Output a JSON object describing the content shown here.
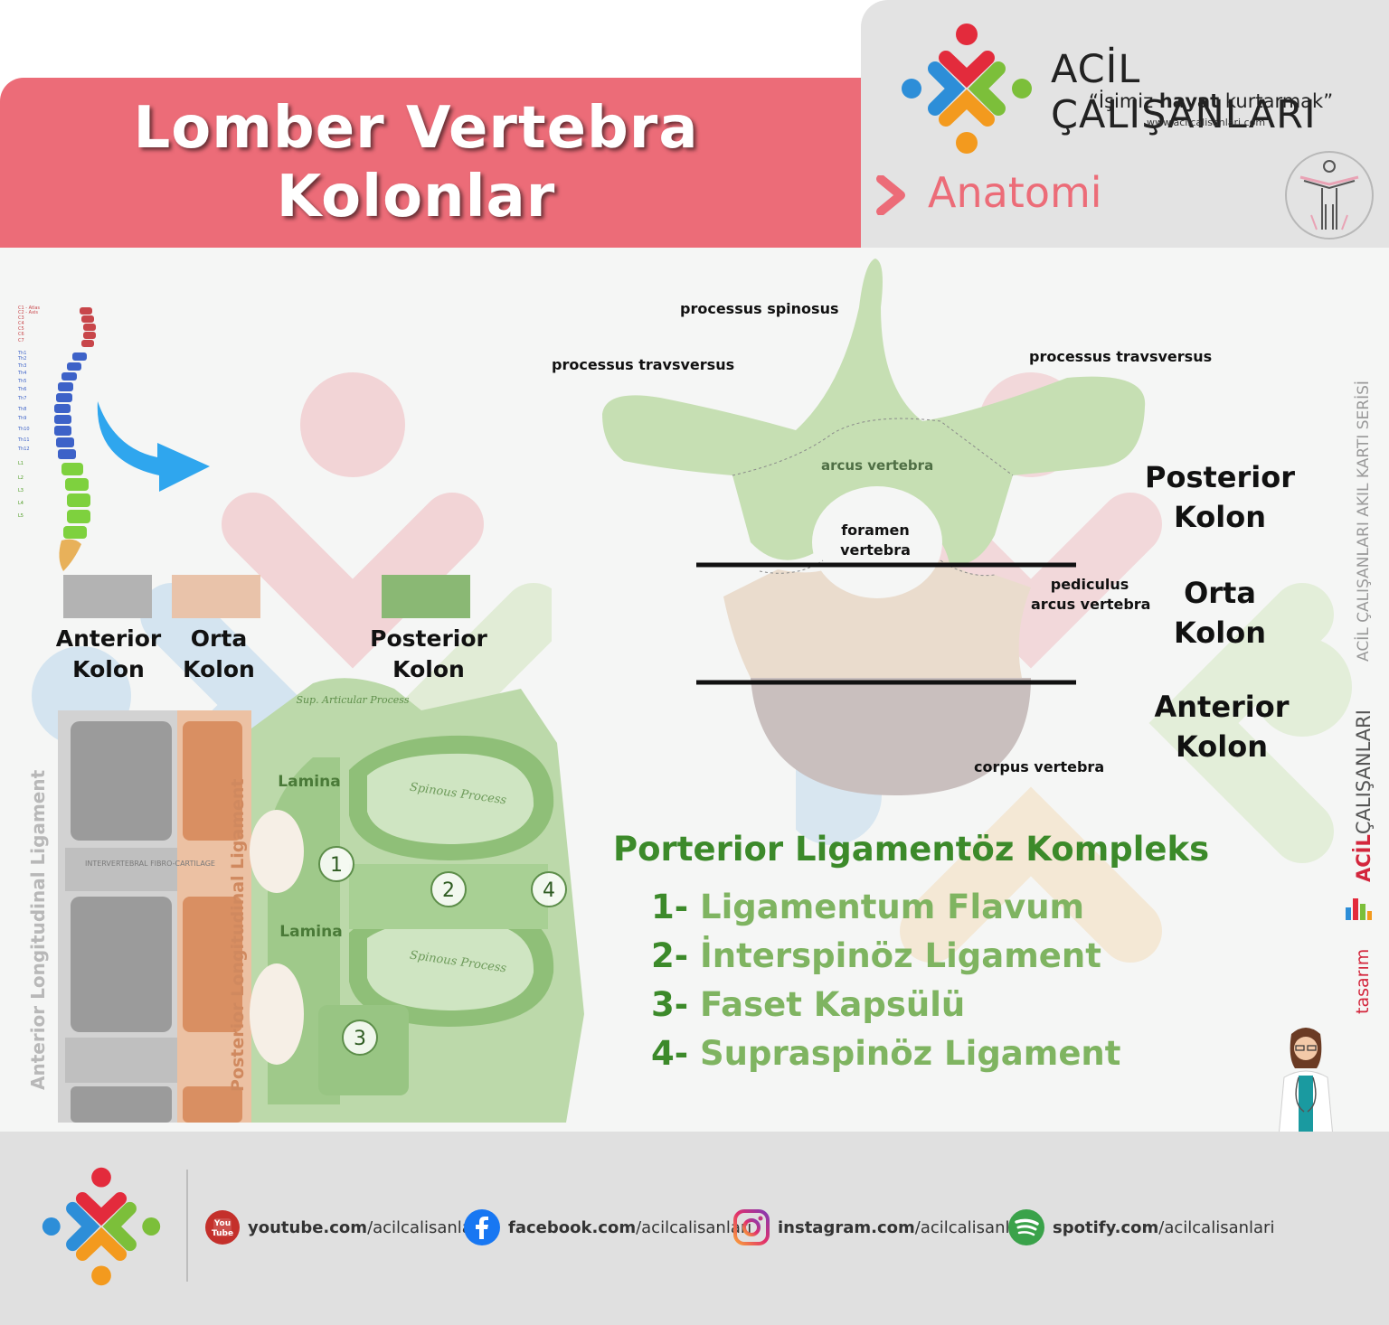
{
  "header": {
    "title_line1": "Lomber Vertebra",
    "title_line2": "Kolonlar",
    "brand_name": "ACİL ÇALIŞANLARI",
    "brand_slogan_pre": "“İşimiz ",
    "brand_slogan_bold": "hayat",
    "brand_slogan_post": " kurtarmak”",
    "brand_url": "www.acilcalisanlari.com",
    "category": "Anatomi",
    "category_icon": "human-body-icon"
  },
  "legend": [
    {
      "line1": "Anterior",
      "line2": "Kolon",
      "color": "#b3b3b3"
    },
    {
      "line1": "Orta",
      "line2": "Kolon",
      "color": "#e9c3aa"
    },
    {
      "line1": "Posterior",
      "line2": "Kolon",
      "color": "#8ab874"
    }
  ],
  "spine_diagram": {
    "labels": [
      "C1 - Atlas",
      "C2 - Axis",
      "C3",
      "C4",
      "C5",
      "C6",
      "C7",
      "Th1",
      "Th2",
      "Th3",
      "Th4",
      "Th5",
      "Th6",
      "Th7",
      "Th8",
      "Th9",
      "Th10",
      "Th11",
      "Th12",
      "L1",
      "L2",
      "L3",
      "L4",
      "L5"
    ]
  },
  "sagittal_section": {
    "anterior_ligament": "Anterior  Longitudinal Ligament",
    "posterior_ligament": "Posterior Longitudinal Ligament",
    "lamina_top": "Lamina",
    "lamina_bottom": "Lamina",
    "cartilage_text": "INTERVERTEBRAL FIBRO-CARTILAGE",
    "articular_text": "Sup. Articular Process",
    "spinous_text_1": "Spinous Process",
    "spinous_text_2": "Spinous Process",
    "markers": [
      "1",
      "2",
      "3",
      "4"
    ]
  },
  "axial_vertebra": {
    "processus_spinosus": "processus spinosus",
    "processus_travsversus_left": "processus travsversus",
    "processus_travsversus_right": "processus travsversus",
    "arcus_vertebra": "arcus vertebra",
    "foramen_vertebra_line1": "foramen",
    "foramen_vertebra_line2": "vertebra",
    "pediculus_line1": "pediculus",
    "pediculus_line2": "arcus vertebra",
    "corpus_vertebra": "corpus vertebra"
  },
  "column_labels": {
    "posterior_line1": "Posterior",
    "posterior_line2": "Kolon",
    "orta_line1": "Orta",
    "orta_line2": "Kolon",
    "anterior_line1": "Anterior",
    "anterior_line2": "Kolon"
  },
  "complex": {
    "title": "Porterior Ligamentöz Kompleks",
    "items": [
      {
        "num": "1-",
        "text": "Ligamentum Flavum"
      },
      {
        "num": "2-",
        "text": "İnterspinöz Ligament"
      },
      {
        "num": "3-",
        "text": "Faset Kapsülü"
      },
      {
        "num": "4-",
        "text": "Supraspinöz Ligament"
      }
    ]
  },
  "side": {
    "series": "ACİL ÇALIŞANLARI AKIL KARTI SERİSİ",
    "design_label": "tasarım",
    "design_brand_red": "ACİL",
    "design_brand_dark": "ÇALIŞANLARI"
  },
  "footer": {
    "socials": [
      {
        "icon": "youtube-icon",
        "bold": "youtube.com",
        "rest": "/acilcalisanlari"
      },
      {
        "icon": "facebook-icon",
        "bold": "facebook.com",
        "rest": "/acilcalisanlari"
      },
      {
        "icon": "instagram-icon",
        "bold": "instagram.com",
        "rest": "/acilcalisanlari"
      },
      {
        "icon": "spotify-icon",
        "bold": "spotify.com",
        "rest": "/acilcalisanlari"
      }
    ]
  },
  "colors": {
    "header_red": "#ec6c78",
    "posterior_green": "#8ab874",
    "middle_peach": "#e9c3aa",
    "anterior_gray": "#b3b3b3",
    "complex_green": "#3c8a2a",
    "complex_light_green": "#7fb461"
  }
}
